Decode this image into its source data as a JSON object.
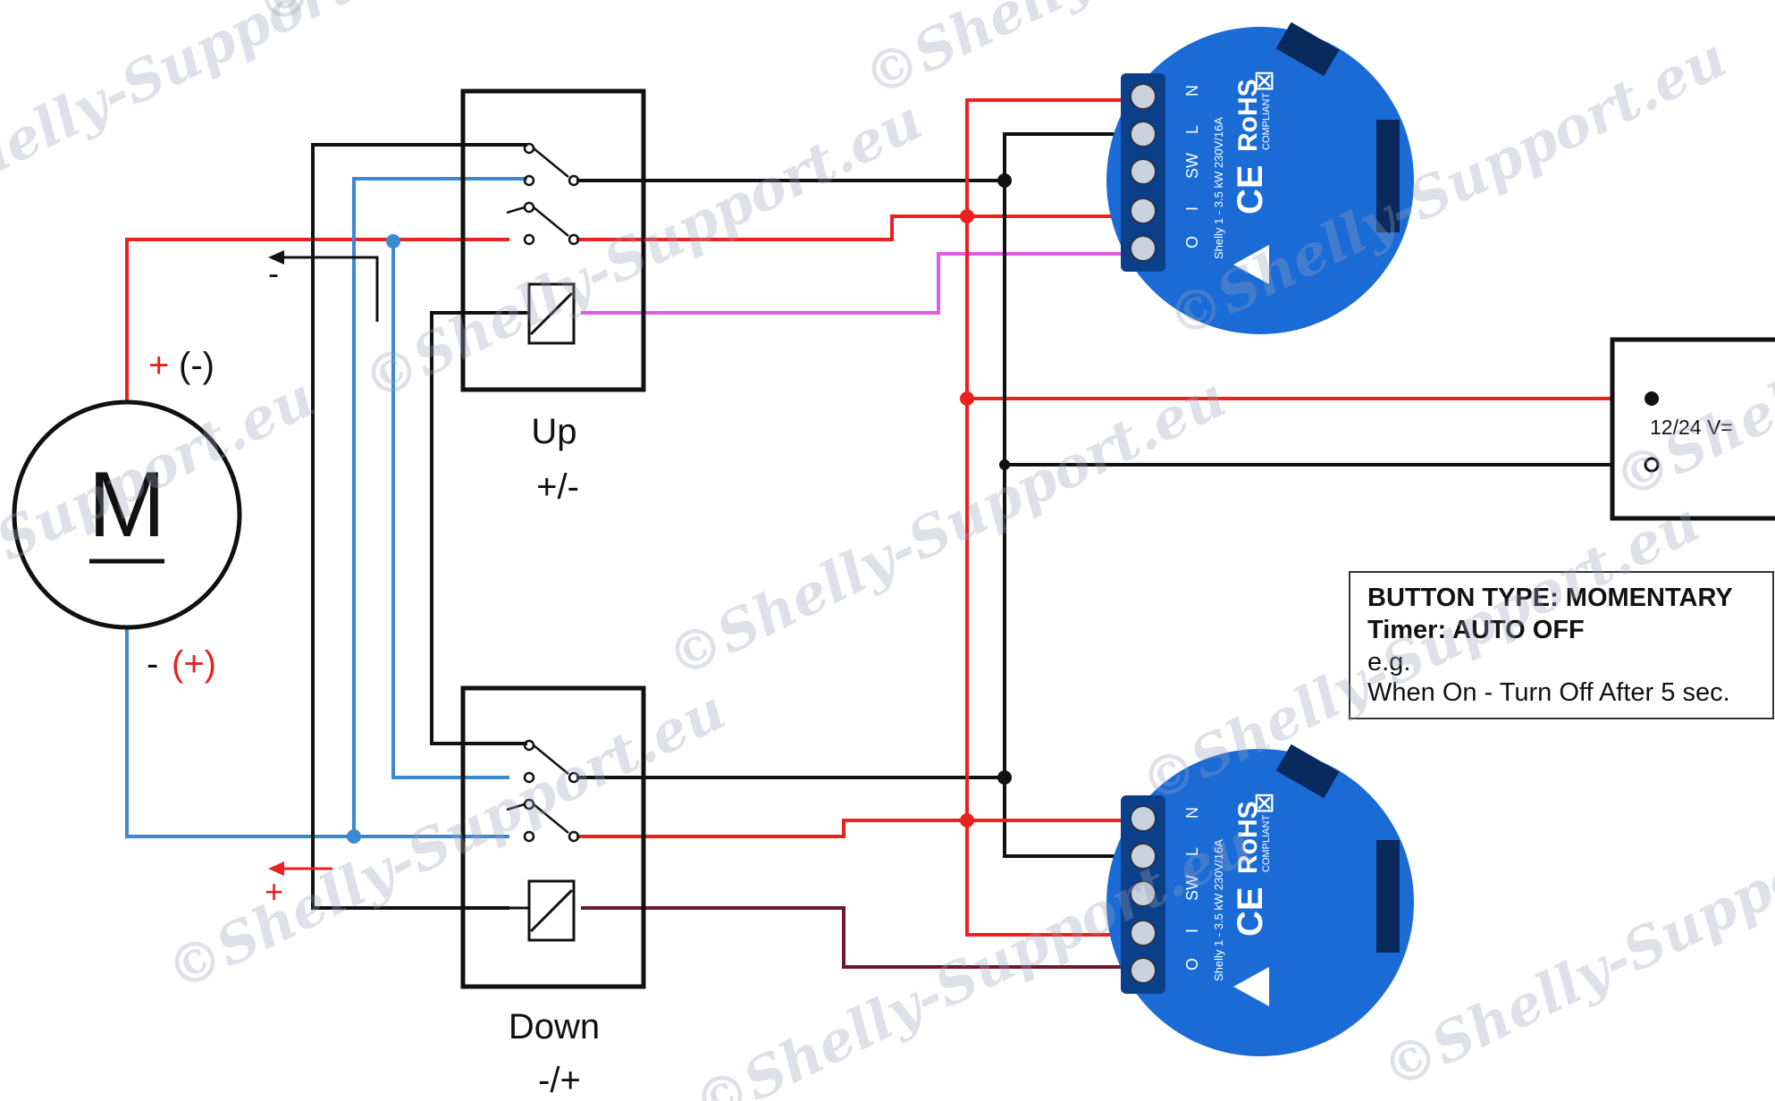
{
  "motor": {
    "symbol": "M",
    "top_label_plus": "+",
    "top_label_paren": "(-)",
    "bottom_label_minus": "-",
    "bottom_label_paren": "(+)"
  },
  "relay_up": {
    "name": "Up",
    "polarity": "+/-"
  },
  "relay_down": {
    "name": "Down",
    "polarity": "-/+"
  },
  "arrow_labels": {
    "top": "-",
    "bottom": "+"
  },
  "power_supply": {
    "label": "12/24 V="
  },
  "note": {
    "line1": "BUTTON TYPE: MOMENTARY",
    "line2": "Timer: AUTO OFF",
    "line3": "e.g.",
    "line4": "When On - Turn Off After 5 sec."
  },
  "device": {
    "terminals": [
      "O",
      "I",
      "SW",
      "L",
      "N"
    ],
    "spec": "Shelly 1 - 3.5 kW 230V/16A",
    "rohs": "RoHS",
    "compliant": "COMPLIANT",
    "ce": "CE"
  },
  "watermark": "©Shelly-Support.eu",
  "colors": {
    "red": "#e8231f",
    "black": "#111111",
    "blue": "#3b8ad1",
    "pink": "#e25be0",
    "maroon": "#6b1a2c",
    "device_blue": "#1a6bd6"
  }
}
